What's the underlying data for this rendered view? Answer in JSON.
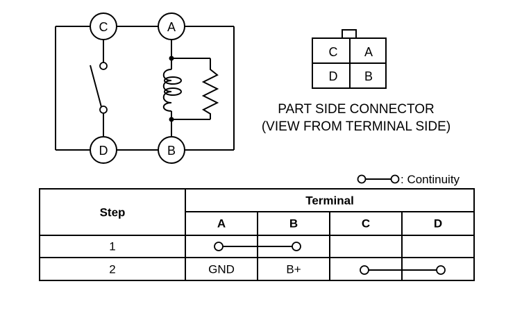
{
  "schematic": {
    "terminals": {
      "c": "C",
      "a": "A",
      "d": "D",
      "b": "B"
    }
  },
  "connector": {
    "cells": {
      "top_left": "C",
      "top_right": "A",
      "bottom_left": "D",
      "bottom_right": "B"
    },
    "caption_line1": "PART SIDE CONNECTOR",
    "caption_line2": "(VIEW FROM TERMINAL SIDE)"
  },
  "legend": {
    "text": ": Continuity"
  },
  "table": {
    "step_header": "Step",
    "terminal_header": "Terminal",
    "columns": [
      "A",
      "B",
      "C",
      "D"
    ],
    "rows": [
      {
        "step": "1",
        "cells": [
          "",
          "",
          "",
          ""
        ],
        "continuity": "A-B"
      },
      {
        "step": "2",
        "cells": [
          "GND",
          "B+",
          "",
          ""
        ],
        "continuity": "C-D"
      }
    ]
  }
}
